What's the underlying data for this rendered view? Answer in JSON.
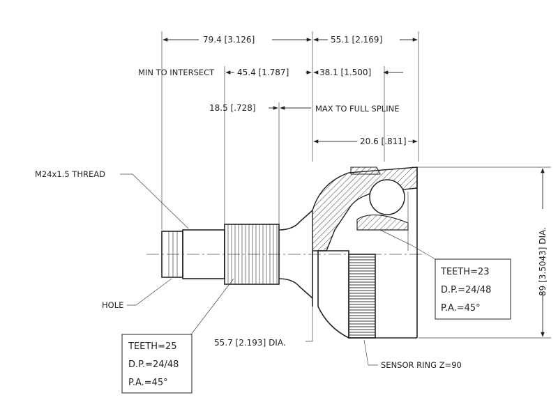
{
  "dimensions": {
    "overall_left": "79.4 [3.126]",
    "overall_right": "55.1 [2.169]",
    "min_to_intersect_label": "MIN TO INTERSECT",
    "min_to_intersect": "45.4 [1.787]",
    "right_38": "38.1 [1.500]",
    "spline_18": "18.5 [.728]",
    "max_to_full_spline": "MAX TO FULL SPLINE",
    "bell_20": "20.6 [.811]",
    "outer_dia": "89 [3.5043] DIA.",
    "seal_dia": "55.7 [2.193] DIA."
  },
  "callouts": {
    "thread": "M24x1.5 THREAD",
    "hole": "HOLE",
    "sensor_ring": "SENSOR RING Z=90"
  },
  "spec_boxes": {
    "inner": {
      "teeth": "TEETH=23",
      "dp": "D.P.=24/48",
      "pa": "P.A.=45°"
    },
    "outer": {
      "teeth": "TEETH=25",
      "dp": "D.P.=24/48",
      "pa": "P.A.=45°"
    }
  }
}
